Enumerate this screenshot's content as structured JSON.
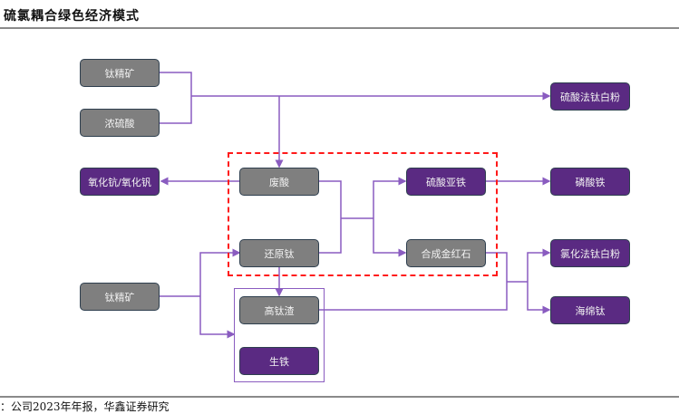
{
  "title": "硫氯耦合绿色经济模式",
  "source": "：公司2023年年报，华鑫证券研究",
  "colors": {
    "input_node": "#7f7f7f",
    "product_node": "#5a2a82",
    "connector": "#8a5cc0",
    "highlight_dashed": "#ff1a1a"
  },
  "nodes": {
    "ilmenite_1": "钛精矿",
    "conc_sulfuric_acid": "浓硫酸",
    "scandium_vanadium_oxide": "氧化钪/氧化钒",
    "waste_acid": "废酸",
    "reduced_titanium": "还原钛",
    "ilmenite_2": "钛精矿",
    "high_ti_slag": "高钛渣",
    "pig_iron": "生铁",
    "ferrous_sulfate": "硫酸亚铁",
    "synthetic_rutile": "合成金红石",
    "sulfate_tio2": "硫酸法钛白粉",
    "iron_phosphate": "磷酸铁",
    "chloride_tio2": "氯化法钛白粉",
    "sponge_titanium": "海绵钛"
  }
}
